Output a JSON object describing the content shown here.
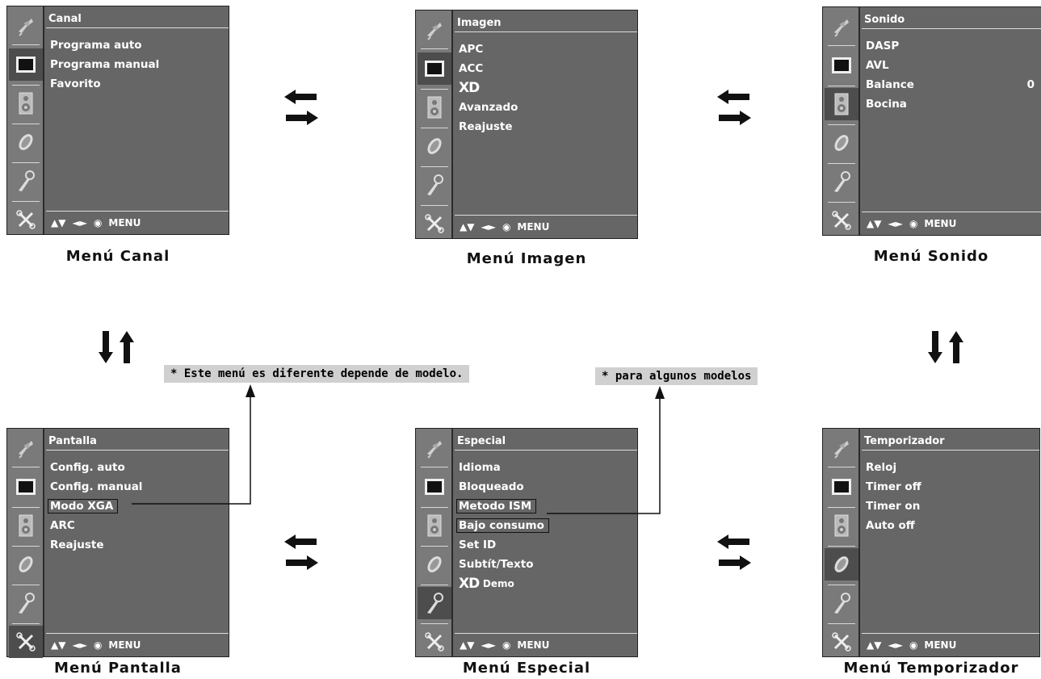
{
  "menus": {
    "canal": {
      "title": "Canal",
      "items": [
        "Programa auto",
        "Programa  manual",
        "Favorito"
      ],
      "footer": "MENU",
      "caption": "Menú Canal"
    },
    "imagen": {
      "title": "Imagen",
      "items": [
        "APC",
        "ACC",
        "XD",
        "Avanzado",
        "Reajuste"
      ],
      "footer": "MENU",
      "caption": "Menú Imagen"
    },
    "sonido": {
      "title": "Sonido",
      "items": [
        "DASP",
        "AVL",
        "Balance",
        "Bocina"
      ],
      "balance_value": "0",
      "footer": "MENU",
      "caption": "Menú Sonido"
    },
    "pantalla": {
      "title": "Pantalla",
      "items": [
        "Config. auto",
        "Config. manual",
        "Modo XGA",
        "ARC",
        "Reajuste"
      ],
      "footer": "MENU",
      "caption": "Menú Pantalla"
    },
    "especial": {
      "title": "Especial",
      "items": [
        "Idioma",
        "Bloqueado",
        "Metodo ISM",
        "Bajo consumo",
        "Set ID",
        "Subtít/Texto",
        "Demo"
      ],
      "xd_logo": "XD",
      "footer": "MENU",
      "caption": "Menú Especial"
    },
    "temporizador": {
      "title": "Temporizador",
      "items": [
        "Reloj",
        "Timer off",
        "Timer on",
        "Auto off"
      ],
      "footer": "MENU",
      "caption": "Menú Temporizador"
    }
  },
  "notes": {
    "modelo": "* Este menú es diferente depende de modelo.",
    "algunos": "* para algunos modelos"
  },
  "sidebar_icons": [
    "satellite-dish-icon",
    "screen-icon",
    "speaker-icon",
    "disc-icon",
    "key-icon",
    "tools-icon"
  ],
  "colors": {
    "panel": "#666666",
    "sidebar": "#7a7a7a",
    "note_bg": "#d0d0d0"
  }
}
